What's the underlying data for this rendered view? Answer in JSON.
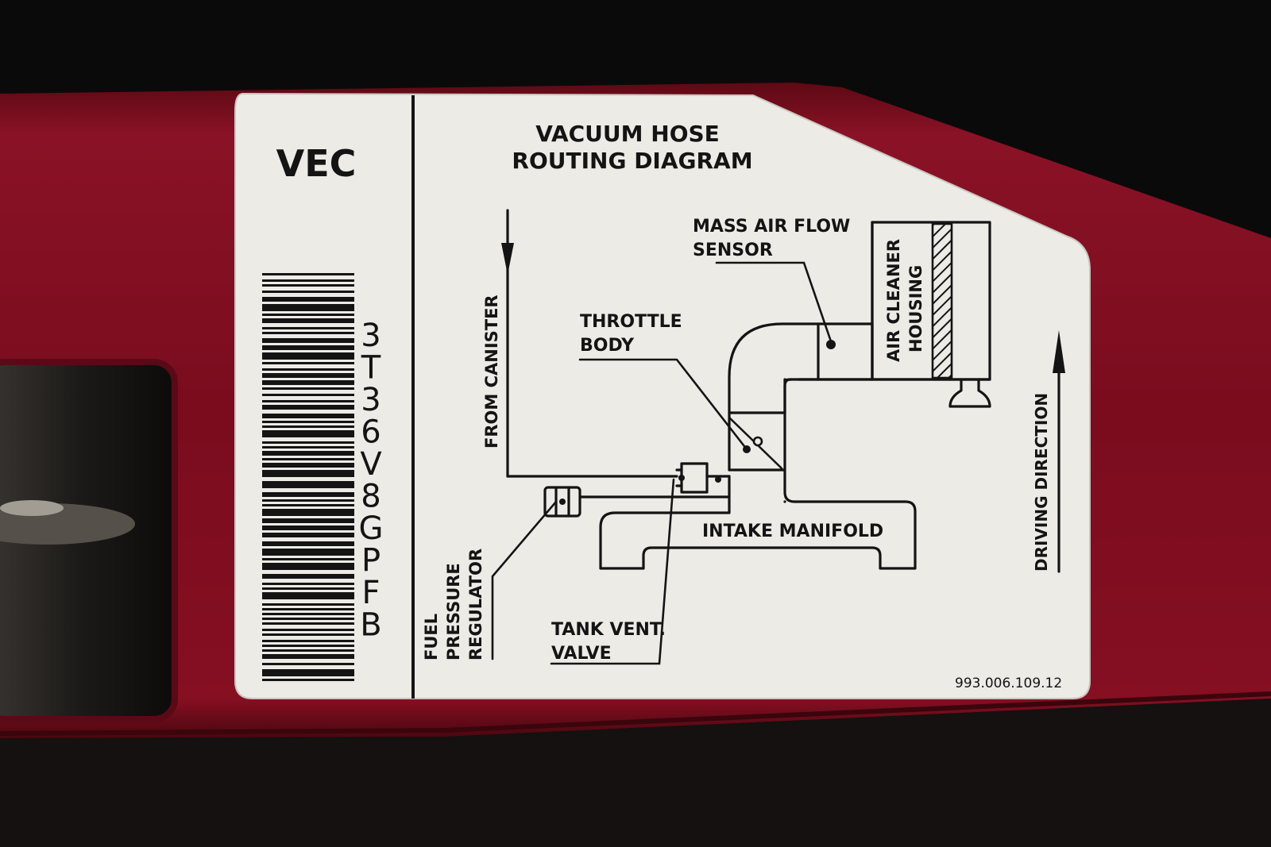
{
  "label": {
    "code": "VEC",
    "title_line1": "VACUUM HOSE",
    "title_line2": "ROUTING DIAGRAM",
    "vertical_code": [
      "3",
      "T",
      "3",
      "6",
      "V",
      "8",
      "G",
      "P",
      "F",
      "B"
    ],
    "part_number": "993.006.109.12"
  },
  "components": {
    "mass_air_flow_line1": "MASS AIR FLOW",
    "mass_air_flow_line2": "SENSOR",
    "throttle_body_line1": "THROTTLE",
    "throttle_body_line2": "BODY",
    "air_cleaner_line1": "AIR CLEANER",
    "air_cleaner_line2": "HOUSING",
    "from_canister": "FROM CANISTER",
    "intake_manifold": "INTAKE MANIFOLD",
    "tank_vent_line1": "TANK VENT.",
    "tank_vent_line2": "VALVE",
    "fuel_pressure_line1": "FUEL",
    "fuel_pressure_line2": "PRESSURE",
    "fuel_pressure_line3": "REGULATOR",
    "driving_direction": "DRIVING DIRECTION"
  },
  "colors": {
    "body_paint": "#7a0c1e",
    "label_white": "#ecebe6",
    "ink": "#141414"
  }
}
